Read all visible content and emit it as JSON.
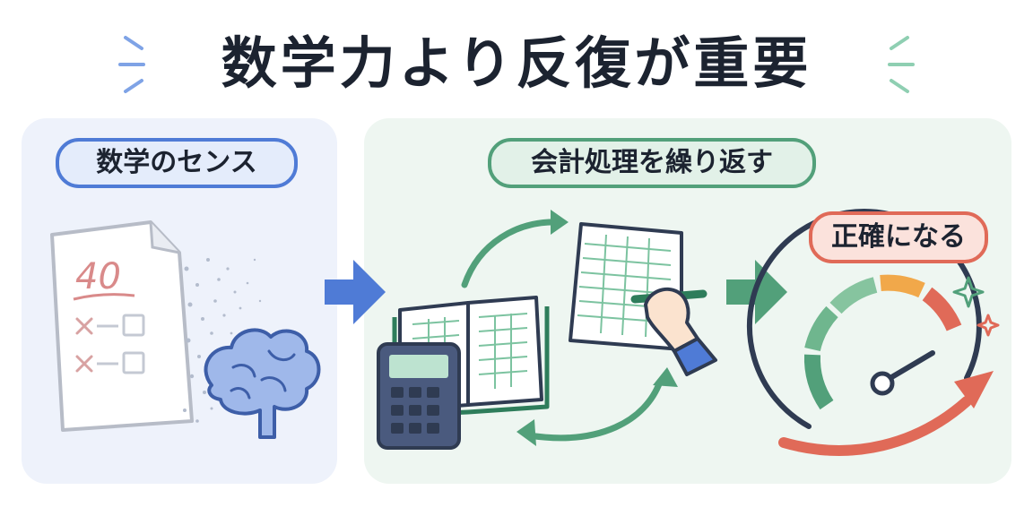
{
  "title": "数学力より反復が重要",
  "left_panel": {
    "label": "数学のセンス",
    "score": "40"
  },
  "right_panel": {
    "label": "会計処理を繰り返す",
    "result_label": "正確になる"
  },
  "colors": {
    "blue": "#4f7bd6",
    "green": "#52a07a",
    "red": "#e06a58",
    "navy": "#3d4f78"
  }
}
